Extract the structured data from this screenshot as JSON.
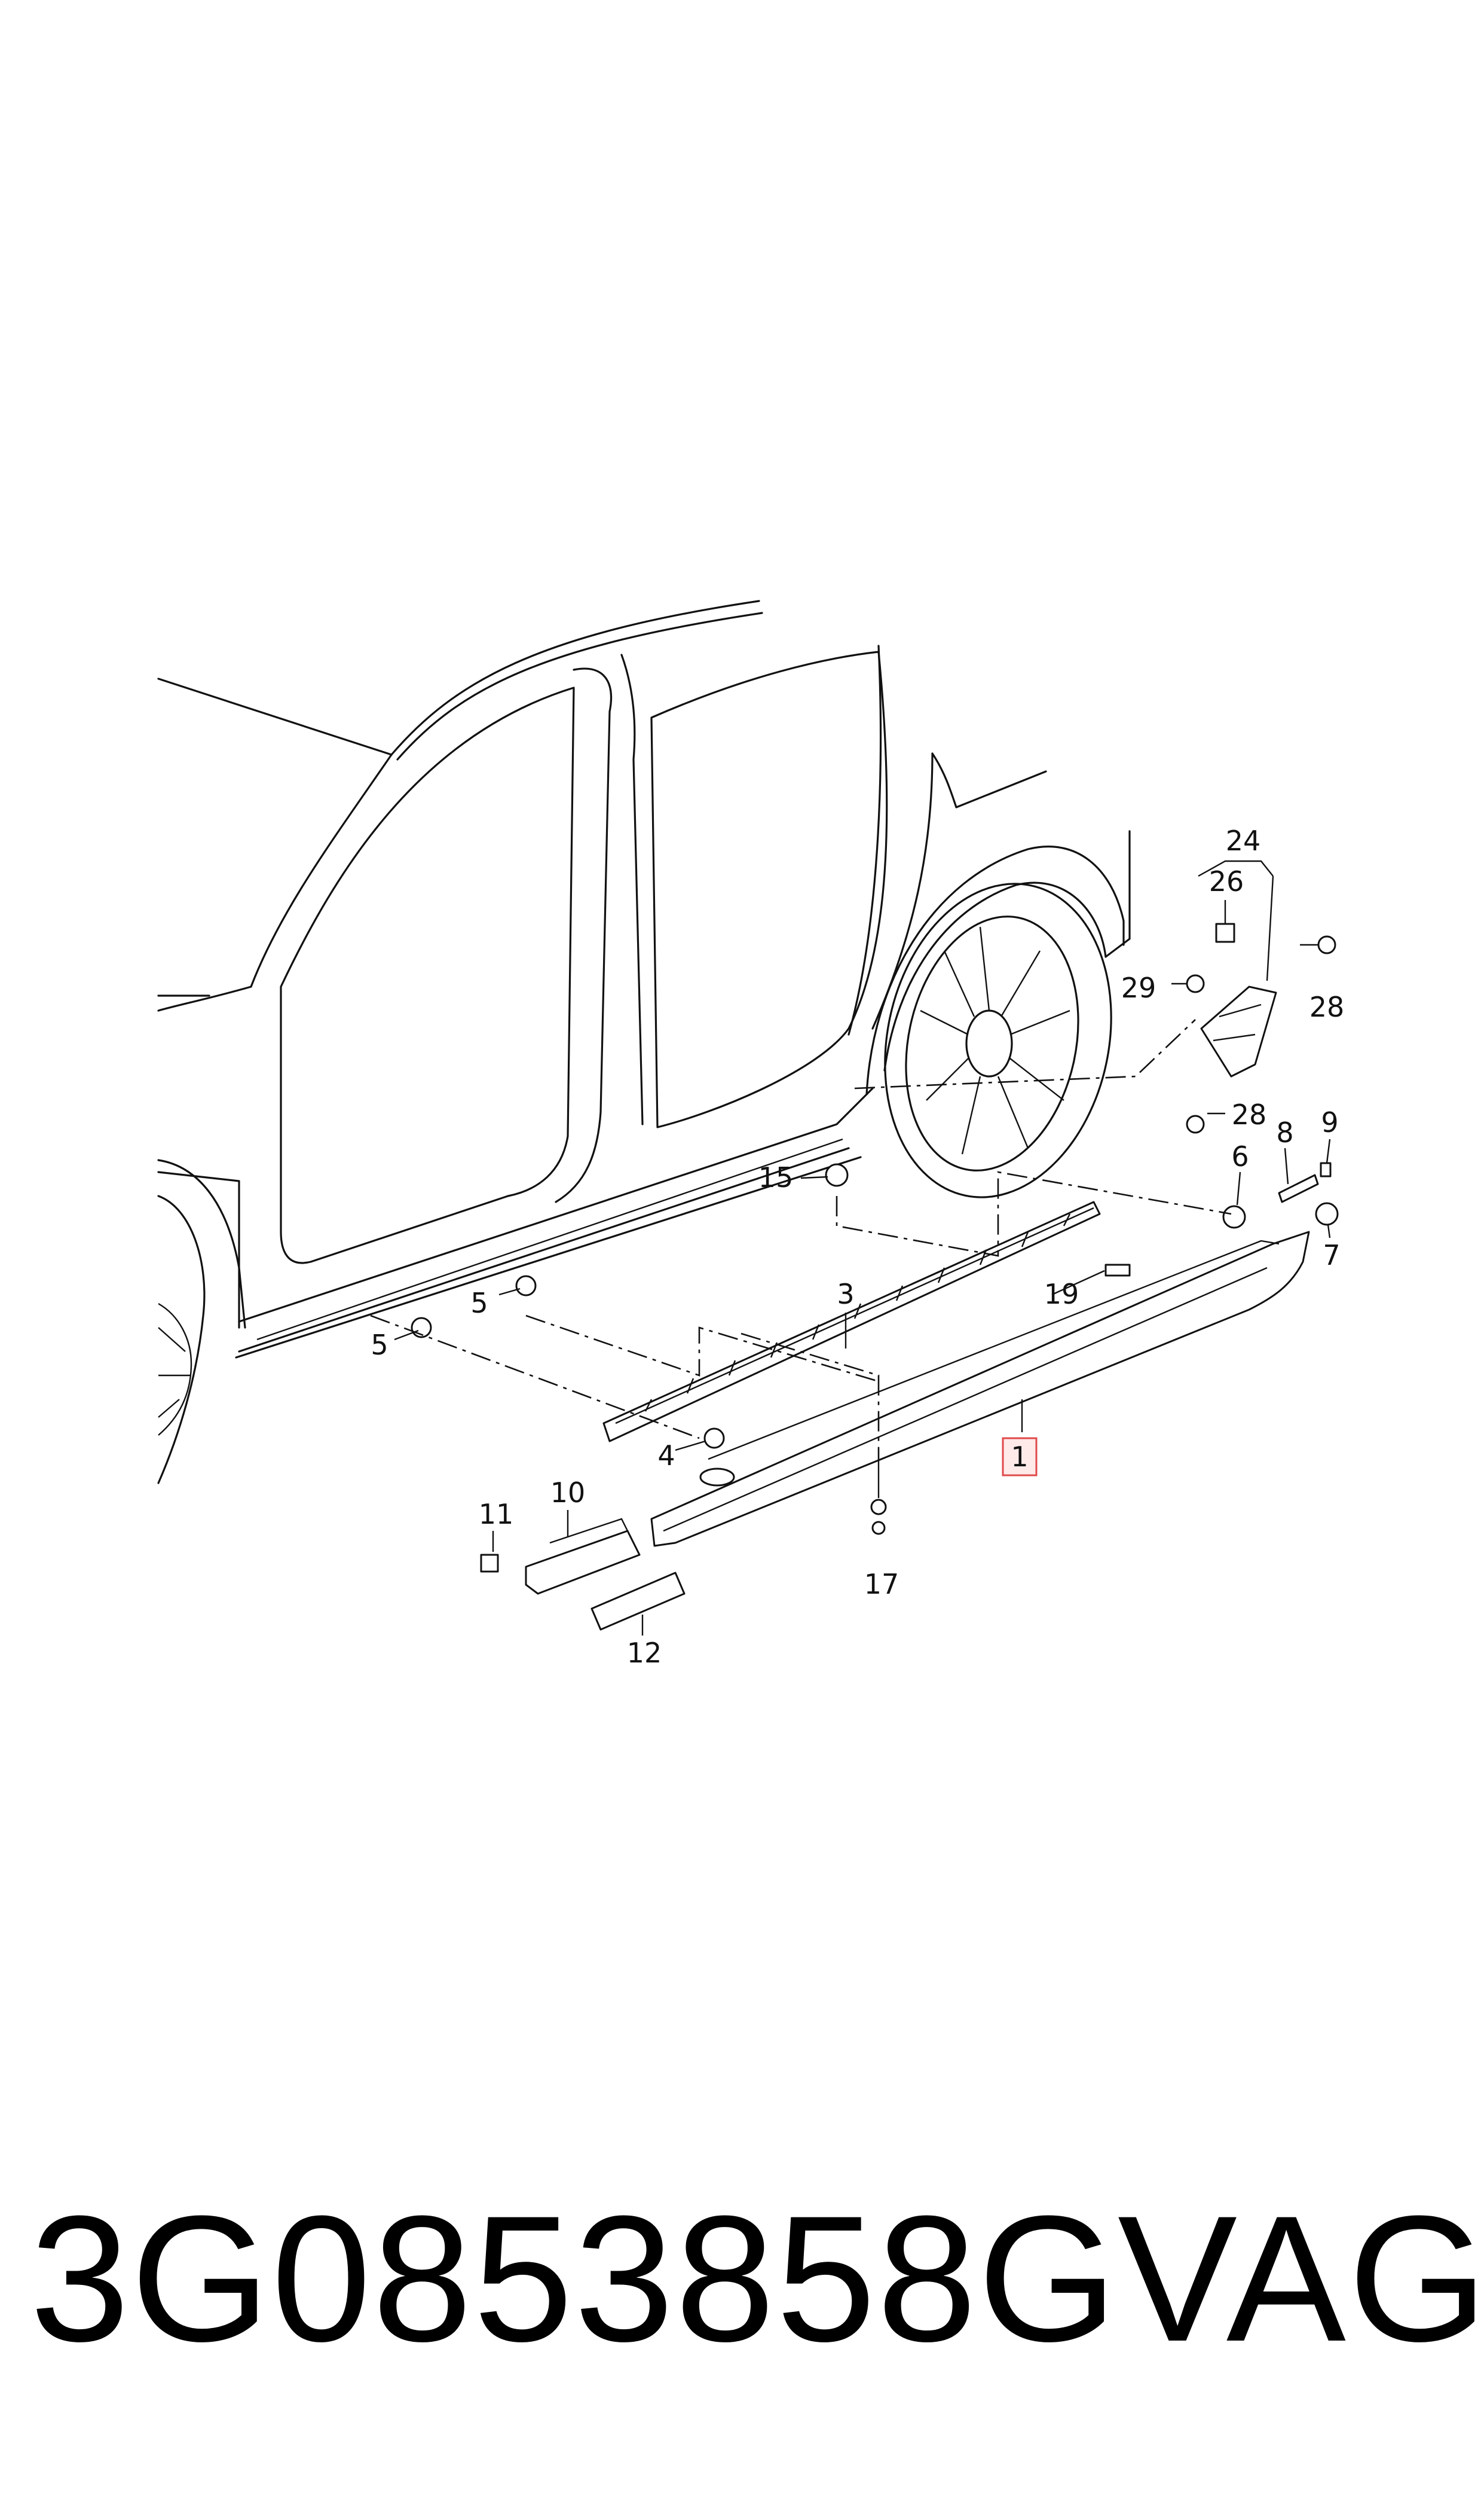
{
  "diagram": {
    "callouts": {
      "c1": "1",
      "c3": "3",
      "c4": "4",
      "c5a": "5",
      "c5b": "5",
      "c6": "6",
      "c7": "7",
      "c8": "8",
      "c9": "9",
      "c10": "10",
      "c11": "11",
      "c12": "12",
      "c15": "15",
      "c17": "17",
      "c19": "19",
      "c24": "24",
      "c26": "26",
      "c28a": "28",
      "c28b": "28",
      "c29": "29"
    },
    "highlight_color": "#e04a4a"
  },
  "footer": {
    "part_number": "3G0853858G",
    "brand": "VAG"
  }
}
